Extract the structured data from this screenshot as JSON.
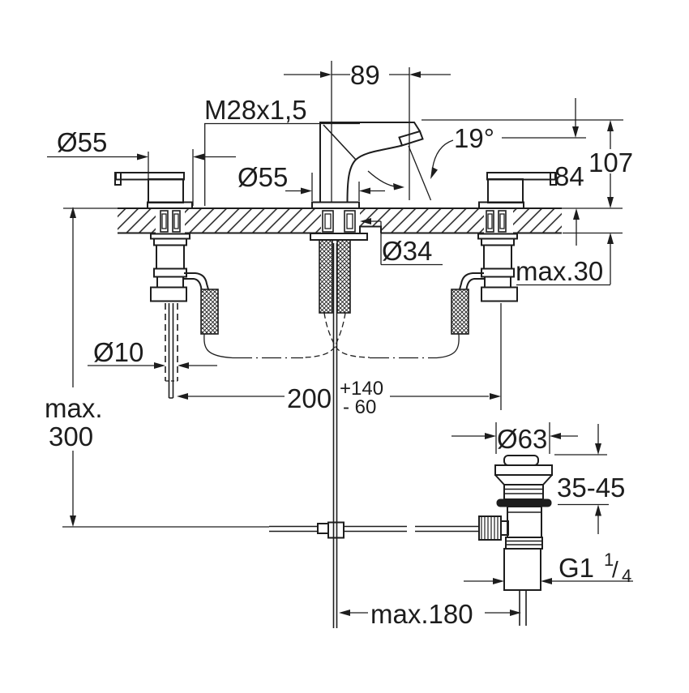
{
  "drawing": {
    "type": "technical-dimension-drawing",
    "colors": {
      "line": "#1d1d1d",
      "background": "#ffffff"
    },
    "labels": {
      "dim89": "89",
      "thread_center": "M28x1,5",
      "dia_escutcheon_left": "Ø55",
      "dia_escutcheon_center": "Ø55",
      "angle_spout": "19°",
      "dim107": "107",
      "dim84": "84",
      "dia_hole": "Ø34",
      "max_counter_thickness": "max.30",
      "max_depth_line1": "max.",
      "max_depth_line2": "300",
      "dia_rod": "Ø10",
      "spacing_value": "200",
      "spacing_tol_plus": "+140",
      "spacing_tol_minus": "- 60",
      "max_rod_reach": "max.180",
      "dia_drain_flange": "Ø63",
      "basin_thickness_range": "35-45",
      "drain_thread_base": "G1",
      "drain_thread_num": "1",
      "drain_thread_slash": "/",
      "drain_thread_den": "4"
    }
  }
}
